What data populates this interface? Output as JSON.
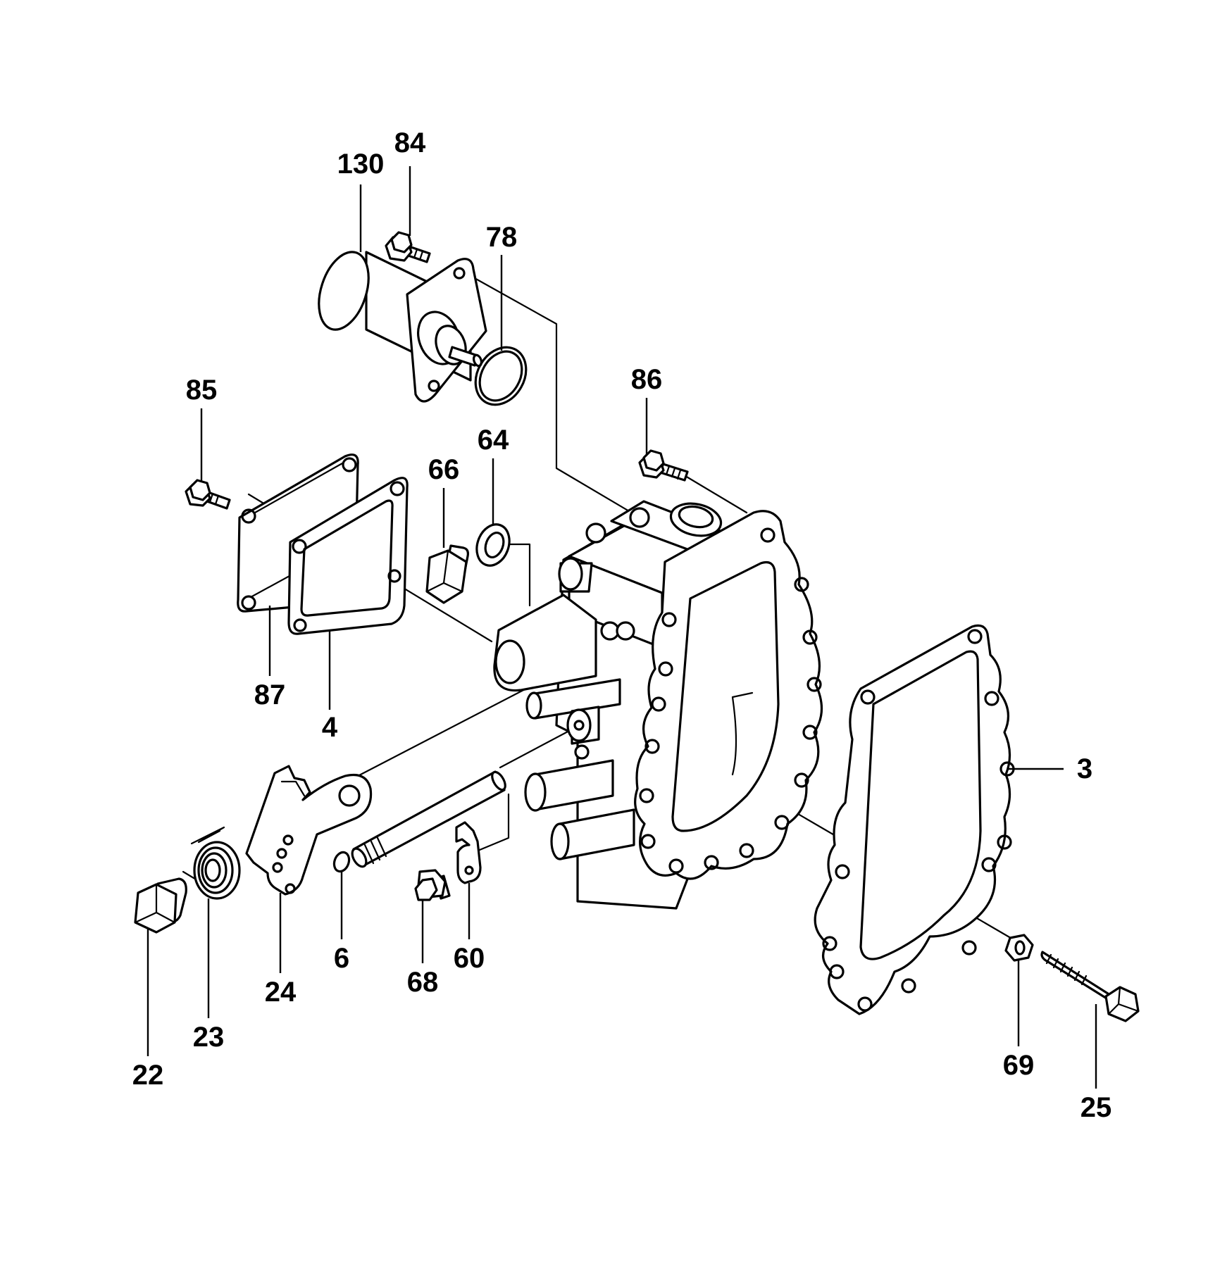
{
  "diagram": {
    "labels": {
      "p130": "130",
      "p84": "84",
      "p78": "78",
      "p85": "85",
      "p86": "86",
      "p66": "66",
      "p64": "64",
      "p87": "87",
      "p4": "4",
      "p3": "3",
      "p24": "24",
      "p6": "6",
      "p68": "68",
      "p60": "60",
      "p22": "22",
      "p23": "23",
      "p69": "69",
      "p25": "25"
    }
  }
}
